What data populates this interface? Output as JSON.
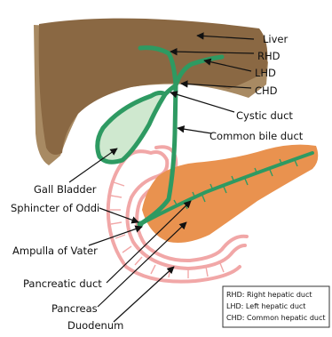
{
  "labels": {
    "liver": "Liver",
    "rhd": "RHD",
    "lhd": "LHD",
    "chd": "CHD",
    "cystic_duct": "Cystic duct",
    "common_bile_duct": "Common bile duct",
    "gall_bladder": "Gall Bladder",
    "sphincter_of_oddi": "Sphincter of Oddi",
    "ampulla_of_vater": "Ampulla of Vater",
    "pancreatic_duct": "Pancreatic duct",
    "pancreas": "Pancreas",
    "duodenum": "Duodenum"
  },
  "legend": {
    "rhd": "RHD: Right hepatic duct",
    "lhd": "LHD: Left hepatic duct",
    "chd": "CHD: Common hepatic duct"
  },
  "colors": {
    "liver_top": "#8a6843",
    "liver_under": "#a88a63",
    "duct": "#2e9a62",
    "gall_bladder_fill": "#cfe8cf",
    "pancreas": "#e9924f",
    "duodenum_outline": "#f1a7a7"
  }
}
